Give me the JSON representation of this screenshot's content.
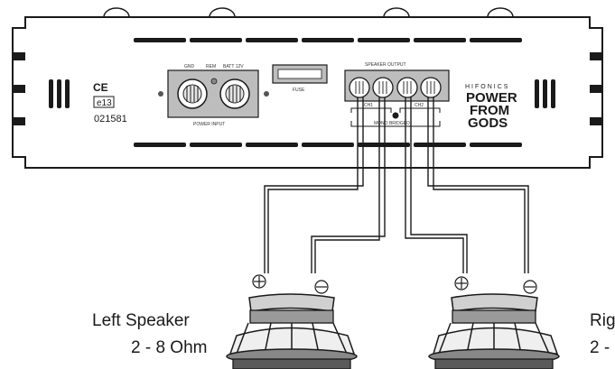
{
  "amplifier": {
    "ce_mark": "CE",
    "e_mark": "e13",
    "approval_number": "021581",
    "power_input_label": "POWER INPUT",
    "power_terminals": [
      "GND",
      "REM",
      "BATT 12V"
    ],
    "fuse_label": "FUSE",
    "speaker_output_label": "SPEAKER OUTPUT",
    "channel_labels": [
      "CH1",
      "CH2"
    ],
    "bridged_label": "MONO BRIDGED",
    "brand": "HIFONICS",
    "slogan_lines": [
      "POWER",
      "FROM",
      "GODS"
    ]
  },
  "speakers": {
    "left": {
      "name": "Left Speaker",
      "impedance": "2 - 8 Ohm"
    },
    "right": {
      "name": "Rig",
      "impedance": "2 -"
    }
  },
  "colors": {
    "line": "#1a1a1a",
    "panel": "#bdbdbd",
    "body": "#ffffff"
  }
}
